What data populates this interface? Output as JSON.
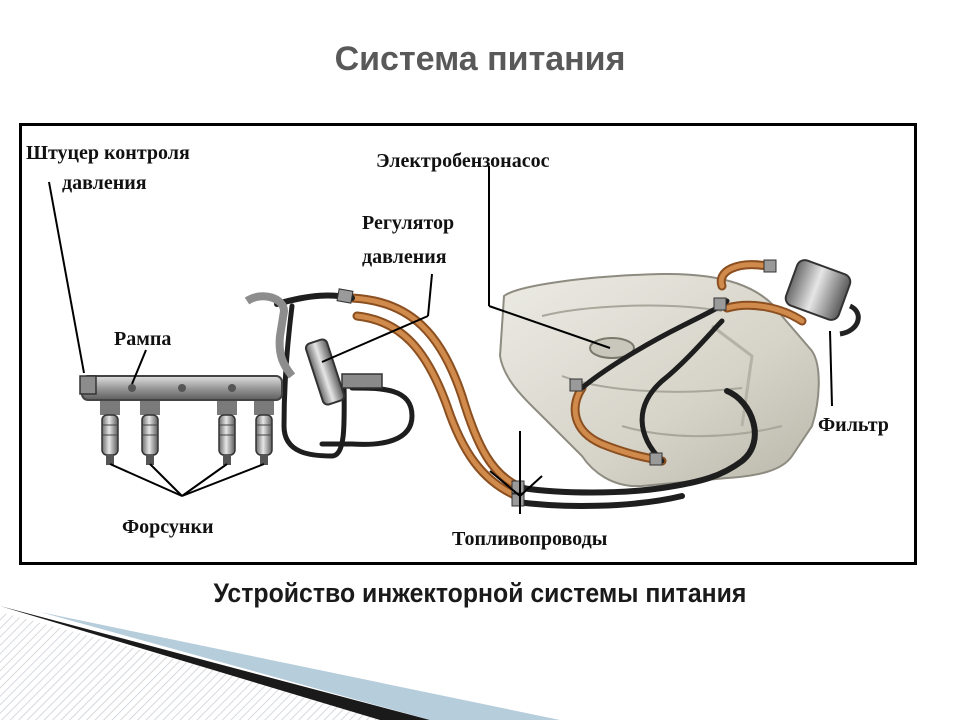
{
  "slide": {
    "title": "Система питания",
    "caption": "Устройство инжекторной системы питания"
  },
  "labels": {
    "pressure_fitting_line1": "Штуцер контроля",
    "pressure_fitting_line2": "давления",
    "fuel_pump": "Электробензонасос",
    "regulator_line1": "Регулятор",
    "regulator_line2": "давления",
    "rail": "Рампа",
    "filter": "Фильтр",
    "injectors": "Форсунки",
    "fuel_lines": "Топливопроводы"
  },
  "colors": {
    "title": "#595959",
    "frame": "#000000",
    "pipe_copper": "#c87a3c",
    "pipe_black": "#1e1e1e",
    "tank": "#dcd8cc",
    "metal": "#a8a8a8"
  }
}
